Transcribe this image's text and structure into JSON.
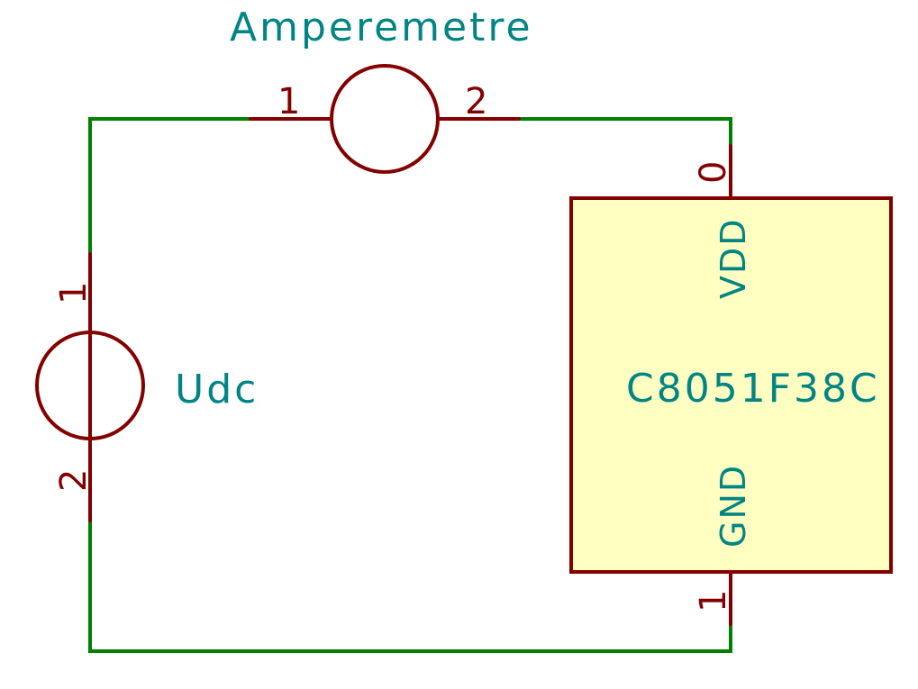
{
  "colors": {
    "wire": "#008000",
    "component": "#840000",
    "text": "#008484",
    "ic_fill": "#ffffc2",
    "background": "#ffffff"
  },
  "components": {
    "ammeter": {
      "label": "Amperemetre",
      "pin1": "1",
      "pin2": "2"
    },
    "voltage_source": {
      "label": "Udc",
      "pin1": "1",
      "pin2": "2"
    },
    "mcu": {
      "label": "C8051F38C",
      "pin_top_number": "0",
      "pin_top_name": "VDD",
      "pin_bottom_number": "1",
      "pin_bottom_name": "GND"
    }
  }
}
